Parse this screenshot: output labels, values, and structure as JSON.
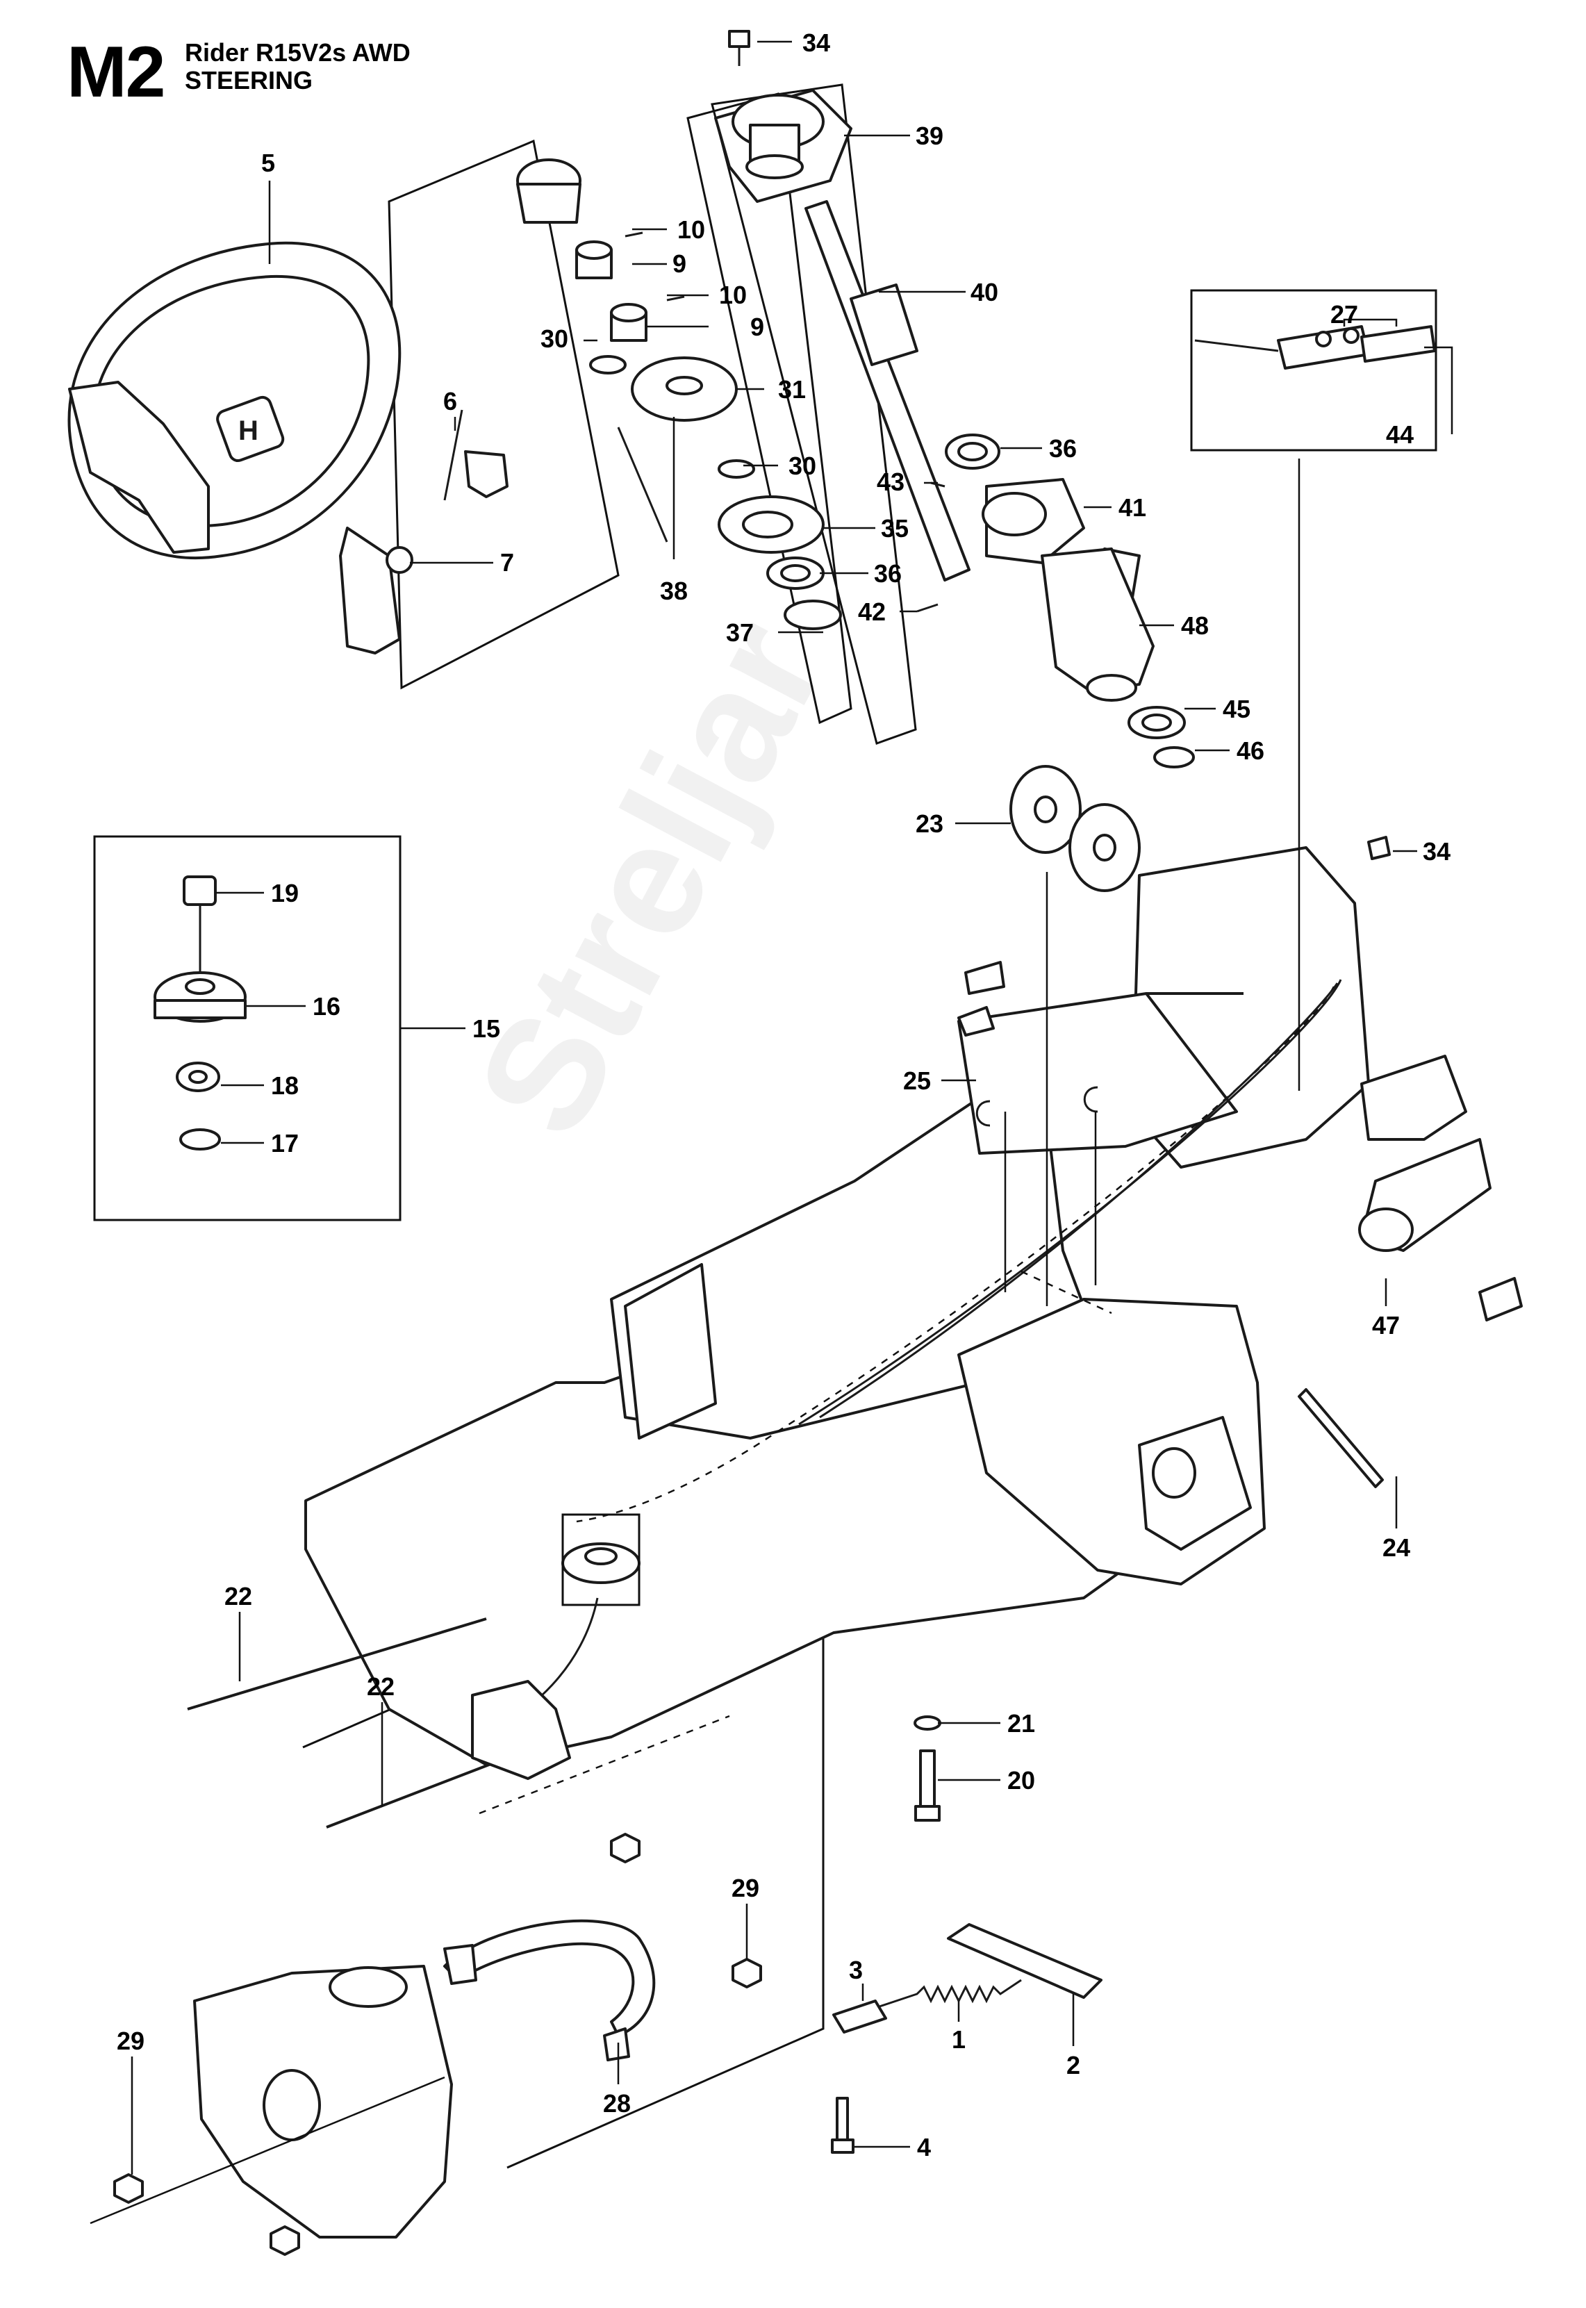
{
  "header": {
    "page_code": "M2",
    "model": "Rider R15V2s AWD",
    "section": "STEERING"
  },
  "watermark": "Streljar",
  "callouts": {
    "c34a": "34",
    "c39": "39",
    "c40": "40",
    "c5": "5",
    "c10a": "10",
    "c9a": "9",
    "c10b": "10",
    "c9b": "9",
    "c30a": "30",
    "c31": "31",
    "c6": "6",
    "c7": "7",
    "c30b": "30",
    "c43": "43",
    "c35": "35",
    "c36a": "36",
    "c36b": "36",
    "c41": "41",
    "c37": "37",
    "c42": "42",
    "c38": "38",
    "c48": "48",
    "c45": "45",
    "c46": "46",
    "c27": "27",
    "c44": "44",
    "c23": "23",
    "c34b": "34",
    "c19": "19",
    "c16": "16",
    "c15": "15",
    "c18": "18",
    "c17": "17",
    "c25": "25",
    "c47": "47",
    "c24": "24",
    "c22a": "22",
    "c22b": "22",
    "c21": "21",
    "c20": "20",
    "c29a": "29",
    "c29b": "29",
    "c3": "3",
    "c1": "1",
    "c2": "2",
    "c28": "28",
    "c4": "4"
  },
  "colors": {
    "line": "#1a1a1a",
    "background": "#ffffff"
  }
}
